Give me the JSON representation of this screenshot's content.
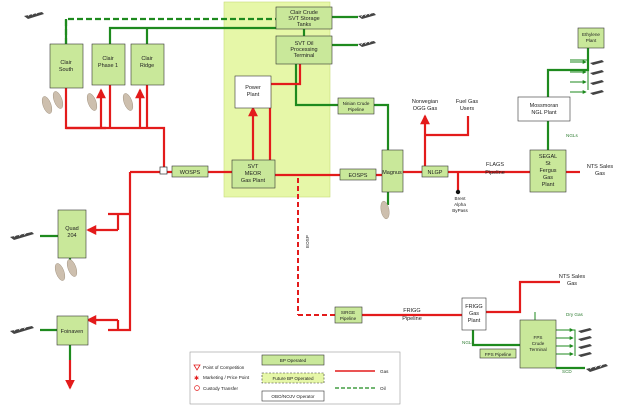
{
  "nodes": {
    "clair_storage": [
      "Clair Crude",
      "SVT Storage",
      "Tanks"
    ],
    "svt_oil": [
      "SVT Oil",
      "Processing",
      "Terminal"
    ],
    "clair_south": [
      "Clair",
      "South"
    ],
    "clair_phase1": [
      "Clair",
      "Phase 1"
    ],
    "clair_ridge": [
      "Clair",
      "Ridge"
    ],
    "power_plant": [
      "Power",
      "Plant"
    ],
    "svt_meor": [
      "SVT",
      "MEOR",
      "Gas Plant"
    ],
    "magnus": [
      "Magnus"
    ],
    "quad204": [
      "Quad",
      "204"
    ],
    "foinaven": [
      "Foinaven"
    ],
    "segal": [
      "SEGAL",
      "St",
      "Fergus",
      "Gas",
      "Plant"
    ],
    "mossmoran": [
      "Mossmoran",
      "NGL Plant"
    ],
    "ethylene": [
      "Ethylene",
      "Plant"
    ],
    "frigg_plant": [
      "FRIGG",
      "Gas",
      "Plant"
    ],
    "fps_terminal": [
      "FPS",
      "Crude",
      "Terminal"
    ]
  },
  "pipelines": {
    "wosps": "WOSPS",
    "eosps": "EOSPS",
    "nlgp": "NLGP",
    "flags": [
      "FLAGS",
      "Pipeline"
    ],
    "ninian": [
      "Ninian Crude",
      "Pipeline"
    ],
    "sirge": [
      "SIRGE",
      "Pipeline"
    ],
    "frigg": [
      "FRIGG",
      "Pipeline"
    ],
    "fps": "FPS Pipeline",
    "eosp_vertical": "EOSP"
  },
  "labels": {
    "norwegian": [
      "Norwegian",
      "OGG Gas"
    ],
    "fuel_gas": [
      "Fuel Gas",
      "Users"
    ],
    "brent": [
      "Brent",
      "Alpha",
      "ByPass"
    ],
    "ngls_top": "NGLs",
    "ngls_bottom": "NGLs",
    "nts_top": [
      "NTS Sales",
      "Gas"
    ],
    "nts_bottom": [
      "NTS Sales",
      "Gas"
    ],
    "scd": "SCD",
    "dry_gas": "Dry Gas"
  },
  "legend": {
    "point_of_competition": "Point of Competition",
    "marketing": "Marketing / Price Point",
    "custody": "Custody Transfer",
    "bp_operated": "BP Operated",
    "future_bp": "Future BP Operated",
    "obo": "OBO/NOJV Operator",
    "gas": "Gas",
    "oil": "Oil"
  },
  "colors": {
    "gas": "#e31b1b",
    "oil": "#1e8a1e",
    "bp_operated": "#c9e89a",
    "highlight": "#e6f7a8"
  }
}
